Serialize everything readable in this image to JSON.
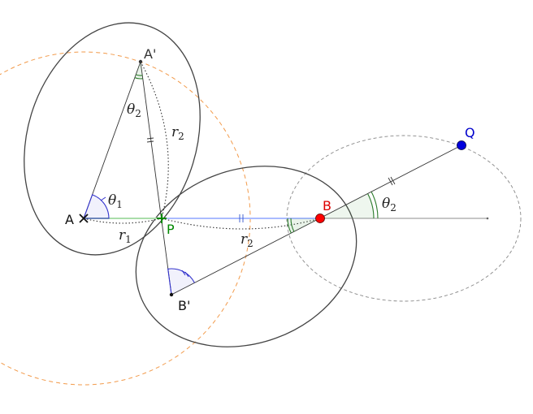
{
  "points": {
    "A": "A",
    "A_prime": "A'",
    "B": "B",
    "B_prime": "B'",
    "P": "P",
    "Q": "Q"
  },
  "labels": {
    "theta": "θ",
    "r": "r",
    "sub1": "1",
    "sub2": "2"
  },
  "colors": {
    "A": "#111111",
    "A_prime": "#333333",
    "B": "#dd0000",
    "B_prime": "#111111",
    "P": "#008800",
    "Q": "#0000cc",
    "ellipse": "#444444",
    "circle_orange": "#f29a4a",
    "angle_blue": "#3333cc",
    "angle_green": "#2a7a2a",
    "segment_green": "#aaddaa",
    "segment_blue": "#aabbff"
  }
}
